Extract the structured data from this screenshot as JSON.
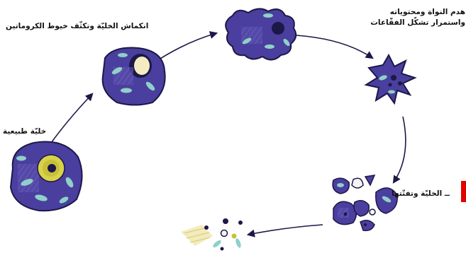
{
  "labels": {
    "normal_cell": "خليّة طبيعية",
    "shrinkage": "انكماش الخليّة وتكثّف خيوط الكروماتين",
    "nucleus_breakdown_line1": "هدم النواة ومحتوياته",
    "nucleus_breakdown_line2": "واستمرار تشكّل الفقّاعات",
    "fragmentation": "ــ الخليّة وتفتّتها"
  },
  "colors": {
    "cell_fill": "#4a3f9e",
    "cell_outline": "#1c1848",
    "organelle": "#8fd0c8",
    "nucleus_yellow": "#d8d24a",
    "arrow": "#1c1848",
    "highlight": "#e10000"
  },
  "icons": {
    "arrow": "arrow-icon",
    "cell": "cell-icon"
  }
}
